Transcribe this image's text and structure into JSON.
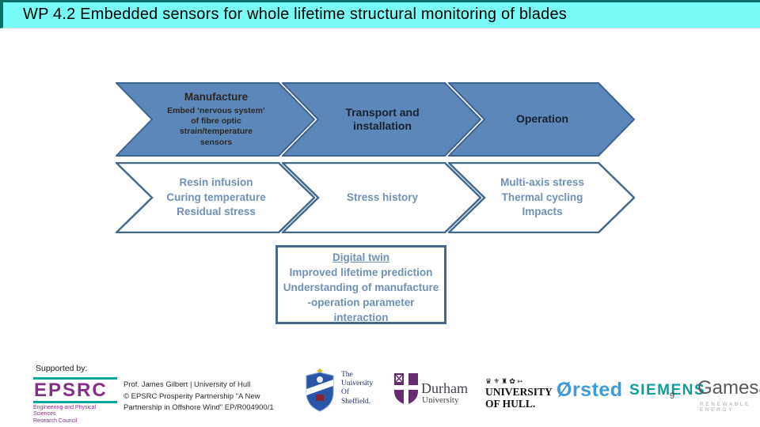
{
  "slide": {
    "title": "WP 4.2 Embedded sensors for whole lifetime structural monitoring of blades",
    "page_number": "9"
  },
  "colors": {
    "title_bar_bg": "#78FBF6",
    "title_bar_border": "#0C6E64",
    "chevron_fill": "#5B87BB",
    "chevron_stroke": "#3D6390",
    "outline_stroke": "#44698D",
    "muted_blue_text": "#7090B6",
    "epsrc_purple": "#862D87",
    "epsrc_teal": "#00A99D",
    "durham_purple": "#682A70",
    "sheffield_blue": "#2A56A8",
    "orsted_blue": "#3F9BD8",
    "siemens_teal": "#119C9C",
    "gamesa_gray": "#59595B"
  },
  "process_top": [
    {
      "heading": "Manufacture",
      "detail": "Embed ‘nervous system’ of fibre optic strain/temperature sensors"
    },
    {
      "heading": "Transport and installation"
    },
    {
      "heading": "Operation"
    }
  ],
  "process_bottom": [
    {
      "lines": "Resin infusion\nCuring temperature\nResidual stress"
    },
    {
      "lines": "Stress history"
    },
    {
      "lines": "Multi-axis stress\nThermal cycling\nImpacts"
    }
  ],
  "digital_twin": {
    "title": "Digital twin",
    "lines": "Improved lifetime prediction\nUnderstanding of manufacture\n-operation parameter\ninteraction"
  },
  "footer": {
    "supported_by": "Supported by:",
    "epsrc": {
      "wordmark": "EPSRC",
      "subtext": "Engineering and Physical Sciences\nResearch Council"
    },
    "credit": "Prof. James Gilbert | University of Hull\n© EPSRC Prosperity Partnership \"A New\nPartnership in Offshore Wind\" EP/R004900/1",
    "sheffield": {
      "wordmark": "The\nUniversity\nOf\nSheffield."
    },
    "durham": {
      "name": "Durham",
      "sub": "University"
    },
    "hull": {
      "glyphs": "♛⚜♜✿➳",
      "line1": "UNIVERSITY",
      "line2": "OF HULL."
    },
    "orsted": {
      "wordmark": "Ørsted"
    },
    "siemens_gamesa": {
      "siemens": "SIEMENS",
      "gamesa": "Gamesa",
      "tagline": "RENEWABLE ENERGY"
    }
  }
}
